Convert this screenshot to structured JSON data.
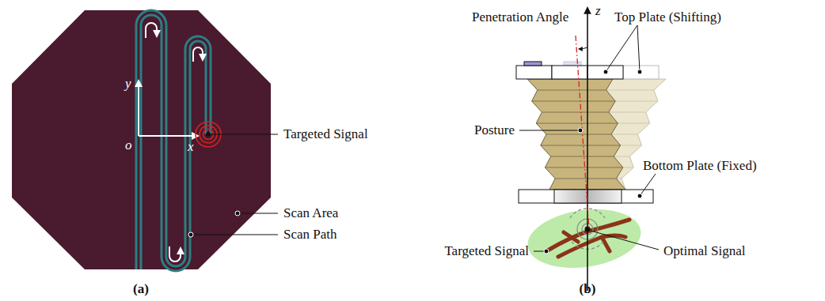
{
  "diagram": {
    "labels": [
      "y",
      "o",
      "x",
      "Targeted Signal",
      "Scan Area",
      "Scan Path",
      "(a)",
      "Penetration Angle",
      "z",
      "Top Plate (Shifting)",
      "Posture",
      "Bottom Plate (Fixed)",
      "Targeted Signal",
      "Optimal Signal",
      "(b)"
    ]
  }
}
